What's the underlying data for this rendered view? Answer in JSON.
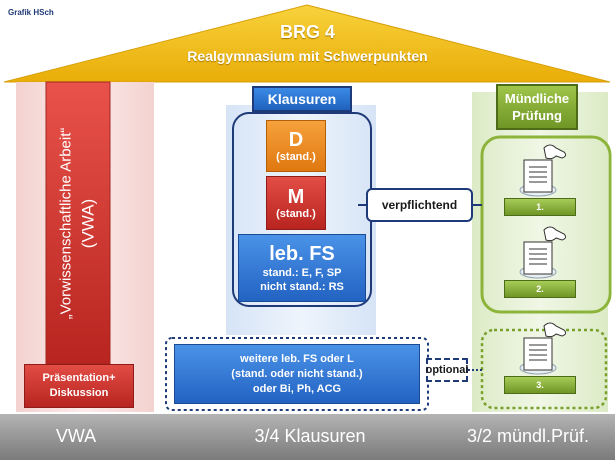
{
  "credit": "Grafik HSch",
  "roof": {
    "title": "BRG 4",
    "subtitle": "Realgymnasium mit Schwerpunkten"
  },
  "left": {
    "pillar_text_line1": "„Vorwissenschaftliche Arbeit“",
    "pillar_text_line2": "(VWA)",
    "presentation_line1": "Präsentation+",
    "presentation_line2": "Diskussion"
  },
  "middle": {
    "header": "Klausuren",
    "d_label": "D",
    "d_sub": "(stand.)",
    "m_label": "M",
    "m_sub": "(stand.)",
    "fs_label": "leb. FS",
    "fs_sub1": "stand.: E, F, SP",
    "fs_sub2": "nicht stand.: RS",
    "further_line1": "weitere leb. FS oder L",
    "further_line2": "(stand. oder nicht stand.)",
    "further_line3": "oder Bi, Ph, ACG"
  },
  "right": {
    "header_line1": "Mündliche",
    "header_line2": "Prüfung",
    "exam1": "1.",
    "exam2": "2.",
    "exam3": "3."
  },
  "connectors": {
    "mandatory": "verpflichtend",
    "optional": "optional"
  },
  "base": {
    "left": "VWA",
    "middle": "3/4 Klausuren",
    "right": "3/2 mündl.Prüf."
  },
  "colors": {
    "roof": "#f4c211",
    "red": "#d63a33",
    "orange": "#f08a1c",
    "blue": "#2f78d6",
    "green": "#8db43a",
    "navy": "#1f3a78",
    "base": "#8c8c8c"
  }
}
